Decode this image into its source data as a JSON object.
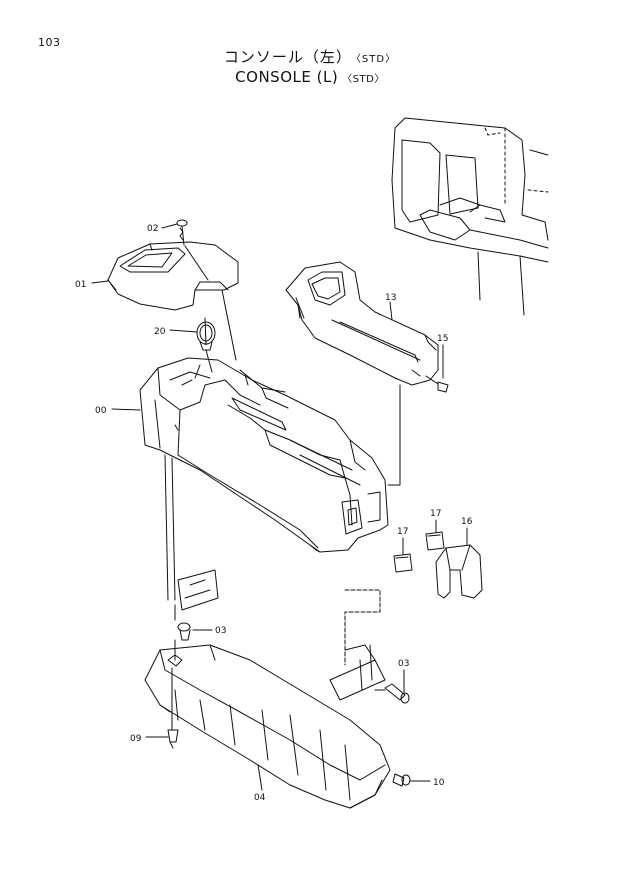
{
  "page": {
    "number": "103"
  },
  "title": {
    "jp": "コンソール（左）",
    "jp_suffix": "〈STD〉",
    "en": "CONSOLE (L)",
    "en_suffix": "〈STD〉"
  },
  "parts": {
    "p00": "00",
    "p01": "01",
    "p02": "02",
    "p03a": "03",
    "p03b": "03",
    "p04": "04",
    "p09": "09",
    "p10": "10",
    "p13": "13",
    "p15": "15",
    "p16": "16",
    "p17a": "17",
    "p17b": "17",
    "p20": "20"
  }
}
